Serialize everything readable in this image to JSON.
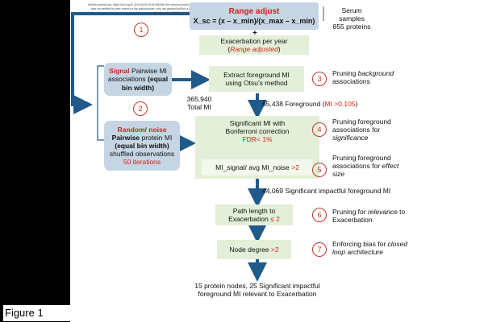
{
  "preprint": {
    "line1": "bioRxiv preprint doi: https://doi.org/10.1101/2025.05.26.656356; this version posted May 30, 2025. The copyright holder for this preprint (which",
    "line2": "was not certified by peer review) is the author/funder, who has granted bioRxiv a license to display the preprint in perpetuity. It is made",
    "line3": "available under aCC-BY-NC-ND 4.0 International license."
  },
  "top": {
    "range_adjust": "Range adjust",
    "formula": "X_sc = (x – x_min)/(x_max – x_min)",
    "plus": "+",
    "exacerbation": "Exacerbation per year",
    "range_adjusted": "Range adjusted",
    "serum": "Serum samples",
    "proteins": "855 proteins"
  },
  "signal": {
    "title": "Signal",
    "text1": "Pairwise MI",
    "text2": "associations",
    "text3": "(equal",
    "text4": "bin width)"
  },
  "noise": {
    "title": "Random/ noise",
    "line1": "Pairwise",
    "line1b": "protein MI",
    "line2": "(equal bin width)",
    "line3": "shuffled observations",
    "iterations": "50 iterations"
  },
  "total_mi": {
    "line1": "365,940",
    "line2": "Total MI"
  },
  "steps": {
    "extract": {
      "line1": "Extract foreground MI",
      "line2": "using Otsu's method"
    },
    "foreground": {
      "text": "65,438 Foreground (",
      "mi": "MI >0.105",
      "close": ")"
    },
    "significant": {
      "line1": "Significant MI with",
      "line2": "Bonferroni correction",
      "fdr": "FDR< 1%"
    },
    "ratio": {
      "text": "MI_signal/ avg MI_noise ",
      "gt": ">2"
    },
    "impactful": "44,069 Significant impactful foreground MI",
    "path": {
      "line1": "Path length to",
      "line2": "Exacerbation ",
      "le": "≤ 2"
    },
    "degree": {
      "text": "Node degree ",
      "gt": ">2"
    },
    "final": {
      "line1": "15 protein nodes, 25 Significant impactful",
      "line2": "foreground MI relevant to Exacerbation"
    }
  },
  "notes": {
    "n3": {
      "a": "Pruning ",
      "b": "background",
      "c": "associations"
    },
    "n4": {
      "a": "Pruning foreground",
      "b": "associations for",
      "c": "significance"
    },
    "n5": {
      "a": "Pruning foreground",
      "b": "associations for ",
      "c": "effect",
      "d": "size"
    },
    "n6": {
      "a": "Pruning for ",
      "b": "relevance",
      "c": " to",
      "d": "Exacerbation"
    },
    "n7": {
      "a": "Enforcing bias for ",
      "b": "closed",
      "c": "loop",
      "d": " architecture"
    }
  },
  "circles": [
    "1",
    "2",
    "3",
    "4",
    "5",
    "6",
    "7"
  ],
  "figure_label": "Figure 1",
  "colors": {
    "arrow": "#1f5a8a",
    "accent_red": "#d9211d",
    "green_box": "#e3efd9",
    "blue_box": "#c5d5e4"
  }
}
